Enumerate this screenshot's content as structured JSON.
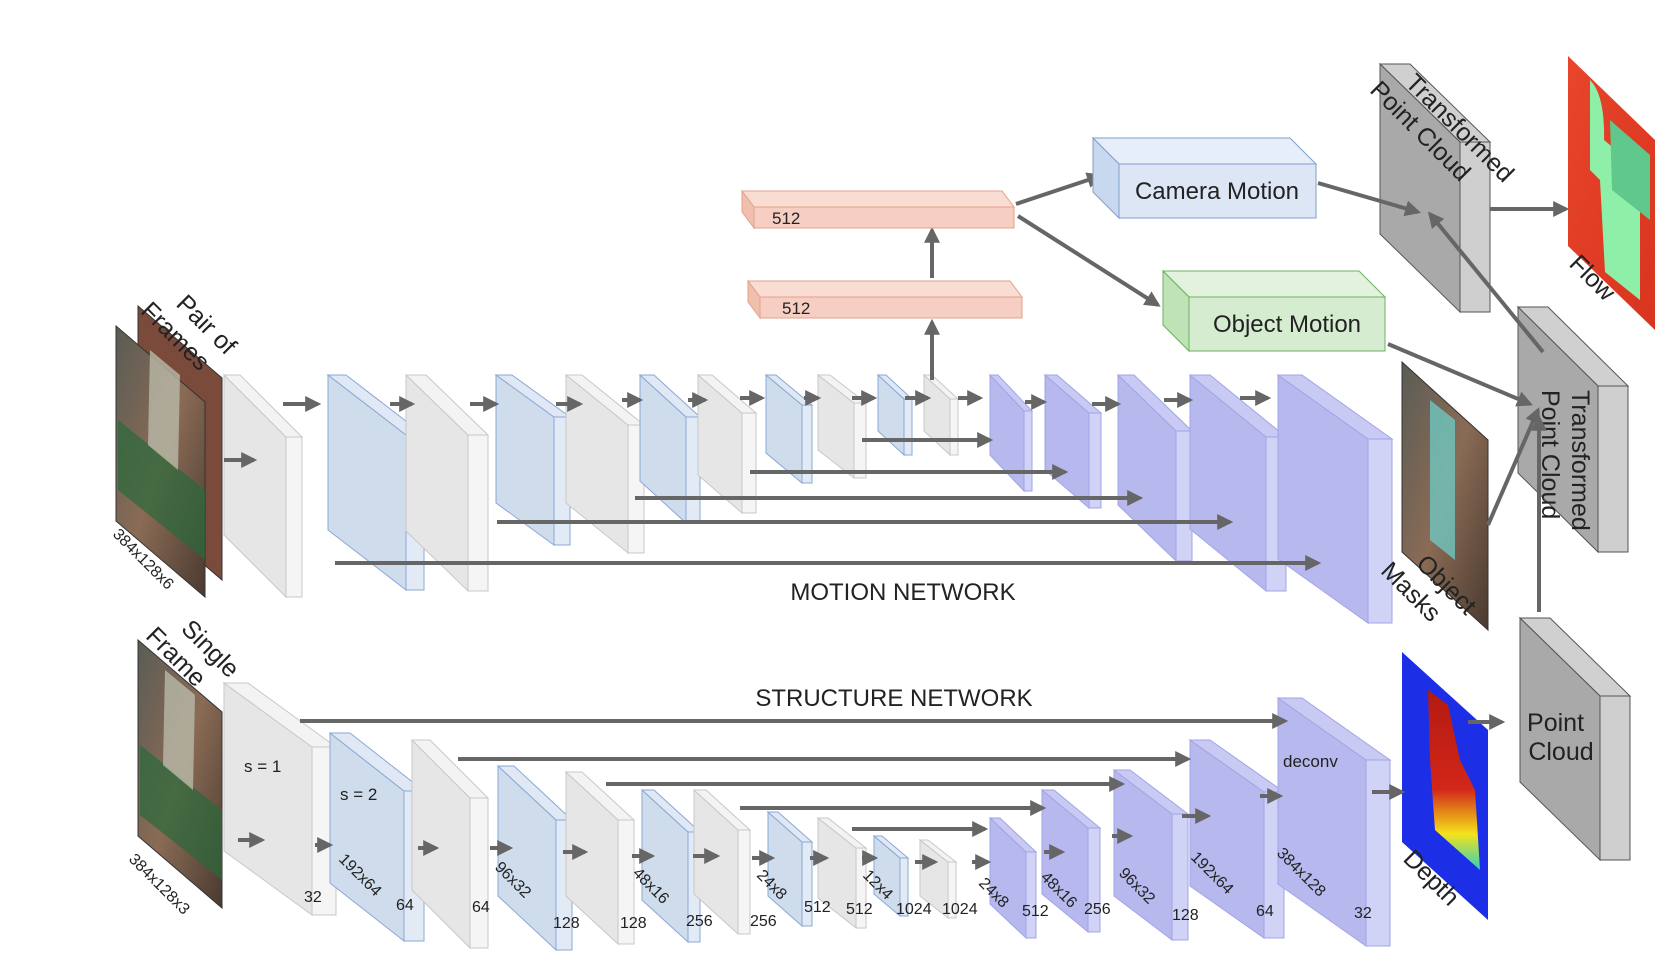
{
  "labels": {
    "pair_of_frames": [
      "Pair of",
      "Frames"
    ],
    "single_frame": [
      "Single",
      "Frame"
    ],
    "input_dim_pair": "384x128x6",
    "input_dim_single": "384x128x3",
    "motion_network": "MOTION NETWORK",
    "structure_network": "STRUCTURE NETWORK",
    "camera_motion": "Camera Motion",
    "object_motion": "Object Motion",
    "fc_1": "512",
    "fc_2": "512",
    "transformed_pc_top": [
      "Transformed",
      "Point Cloud"
    ],
    "transformed_pc_right": [
      "Transformed",
      "Point Cloud"
    ],
    "point_cloud": [
      "Point",
      "Cloud"
    ],
    "flow": "Flow",
    "object_masks": [
      "Object",
      "Masks"
    ],
    "depth": "Depth",
    "stride_1": "s  = 1",
    "stride_2": "s = 2",
    "deconv": "deconv"
  },
  "structure_labels": {
    "channels": [
      "32",
      "64",
      "64",
      "128",
      "128",
      "256",
      "256",
      "512",
      "512",
      "1024",
      "1024",
      "512",
      "256",
      "128",
      "64",
      "32"
    ],
    "sizes": [
      "192x64",
      "96x32",
      "48x16",
      "24x8",
      "12x4",
      "24x8",
      "48x16",
      "96x32",
      "192x64",
      "384x128"
    ]
  },
  "colors": {
    "encoder_gray": "#e6e6e6",
    "encoder_blue": "#cfdcec",
    "decoder_purple": "#b7b9ee",
    "fc_salmon": "#f7cfc2",
    "camera_box": "#dce6f4",
    "object_box": "#d6ecd0",
    "cloud_gray": "#a9a9a9",
    "arrow": "#666666"
  }
}
